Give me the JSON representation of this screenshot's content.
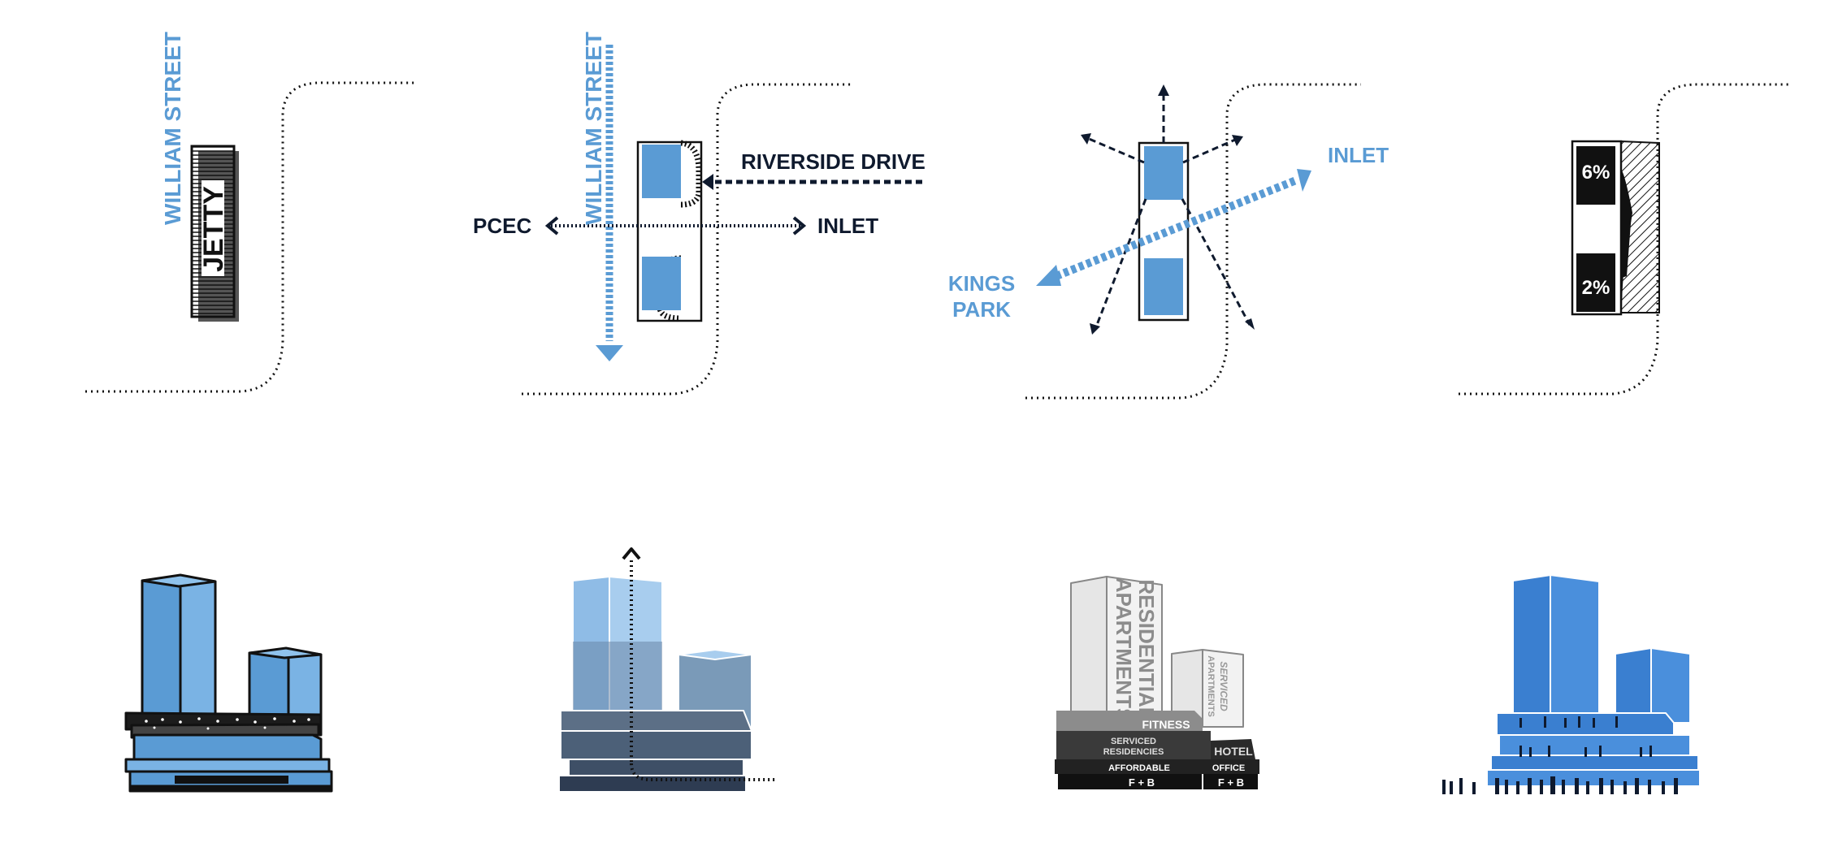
{
  "colors": {
    "blue": "#5a9bd4",
    "dark_blue": "#3a7fd0",
    "navy": "#0f1a2e",
    "grey": "#8c8c8c",
    "light_grey": "#e6e6e6",
    "black": "#111111"
  },
  "panel1": {
    "street_label": "WILLIAM STREET",
    "site_label": "JETTY"
  },
  "panel2": {
    "street_label": "WILLIAM STREET",
    "east_label": "RIVERSIDE DRIVE",
    "west_label": "PCEC",
    "inlet_label": "INLET"
  },
  "panel3": {
    "inlet_label": "INLET",
    "park_label_line1": "KINGS",
    "park_label_line2": "PARK"
  },
  "panel4": {
    "top_percent": "6%",
    "bottom_percent": "2%"
  },
  "building3": {
    "tower_label_line1": "RESIDENTIAL",
    "tower_label_line2": "APARTMENTS",
    "small_tower_line1": "SERVICED",
    "small_tower_line2": "APARTMENTS",
    "fitness": "FITNESS",
    "serviced_line1": "SERVICED",
    "serviced_line2": "RESIDENCIES",
    "hotel": "HOTEL",
    "affordable": "AFFORDABLE",
    "office": "OFFICE",
    "fb_left": "F + B",
    "fb_right": "F + B"
  }
}
